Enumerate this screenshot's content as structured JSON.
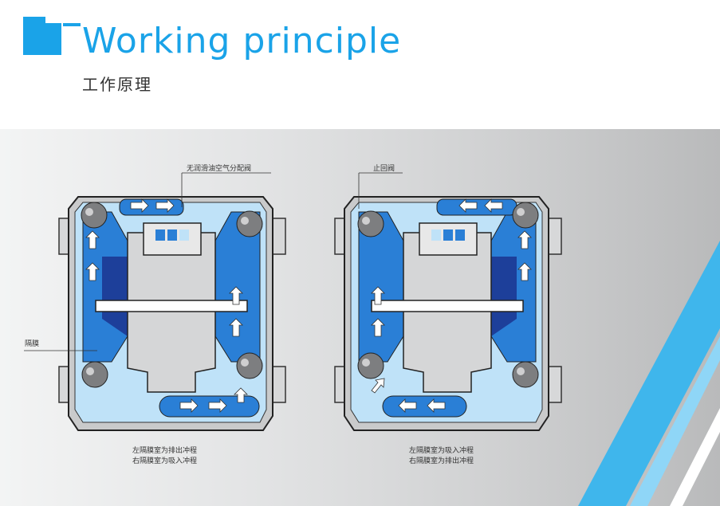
{
  "header": {
    "title_en": "Working principle",
    "title_zh": "工作原理"
  },
  "diagram": {
    "label_air_valve": "无润滑油空气分配阀",
    "label_check_valve": "止回阀",
    "label_diaphragm": "隔膜",
    "left_caption_line1": "左隔膜室为排出冲程",
    "left_caption_line2": "右隔膜室为吸入冲程",
    "right_caption_line1": "左隔膜室为吸入冲程",
    "right_caption_line2": "右隔膜室为排出冲程"
  },
  "colors": {
    "accent": "#1aa3e8",
    "fluid_blue": "#2a7fd6",
    "light_fluid": "#bfe2f8",
    "dark_chamber": "#1d3f9a",
    "casing_grey": "#c9cacb"
  }
}
